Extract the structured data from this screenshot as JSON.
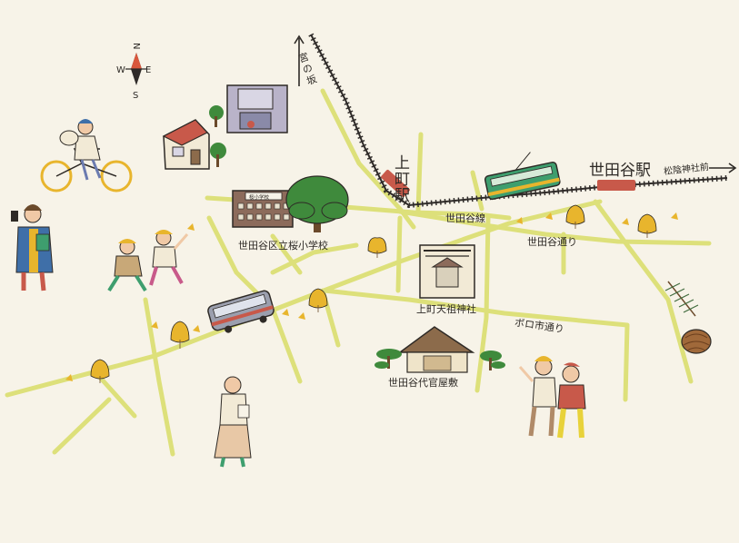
{
  "compass": {
    "north": "N",
    "south": "S",
    "east": "E",
    "west": "W"
  },
  "labels": {
    "miyanosaka": "宮の坂",
    "kamimachi_eki": "上町駅",
    "setagaya_eki": "世田谷駅",
    "shoin_jinja_mae": "松陰神社前",
    "setagaya_line": "世田谷線",
    "setagaya_dori": "世田谷通り",
    "school": "世田谷区立桜小学校",
    "school_sign": "桜小学校",
    "shrine": "上町天祖神社",
    "boroichi_dori": "ボロ市通り",
    "daikan_yashiki": "世田谷代官屋敷"
  },
  "colors": {
    "background": "#f7f3e8",
    "road": "#dde07a",
    "rail": "#2f2b29",
    "ink": "#2e2a26",
    "tree_green": "#3f8a3c",
    "ginkgo": "#e8b52d",
    "tram_green": "#3e9e6e",
    "station_red": "#c8594a"
  },
  "icons": {
    "compass": "compass-icon",
    "pine_branch": "pine-branch-icon",
    "pinecone": "pinecone-icon",
    "tram": "tram-icon",
    "bus": "bus-icon",
    "bicycle": "bicycle-icon"
  }
}
